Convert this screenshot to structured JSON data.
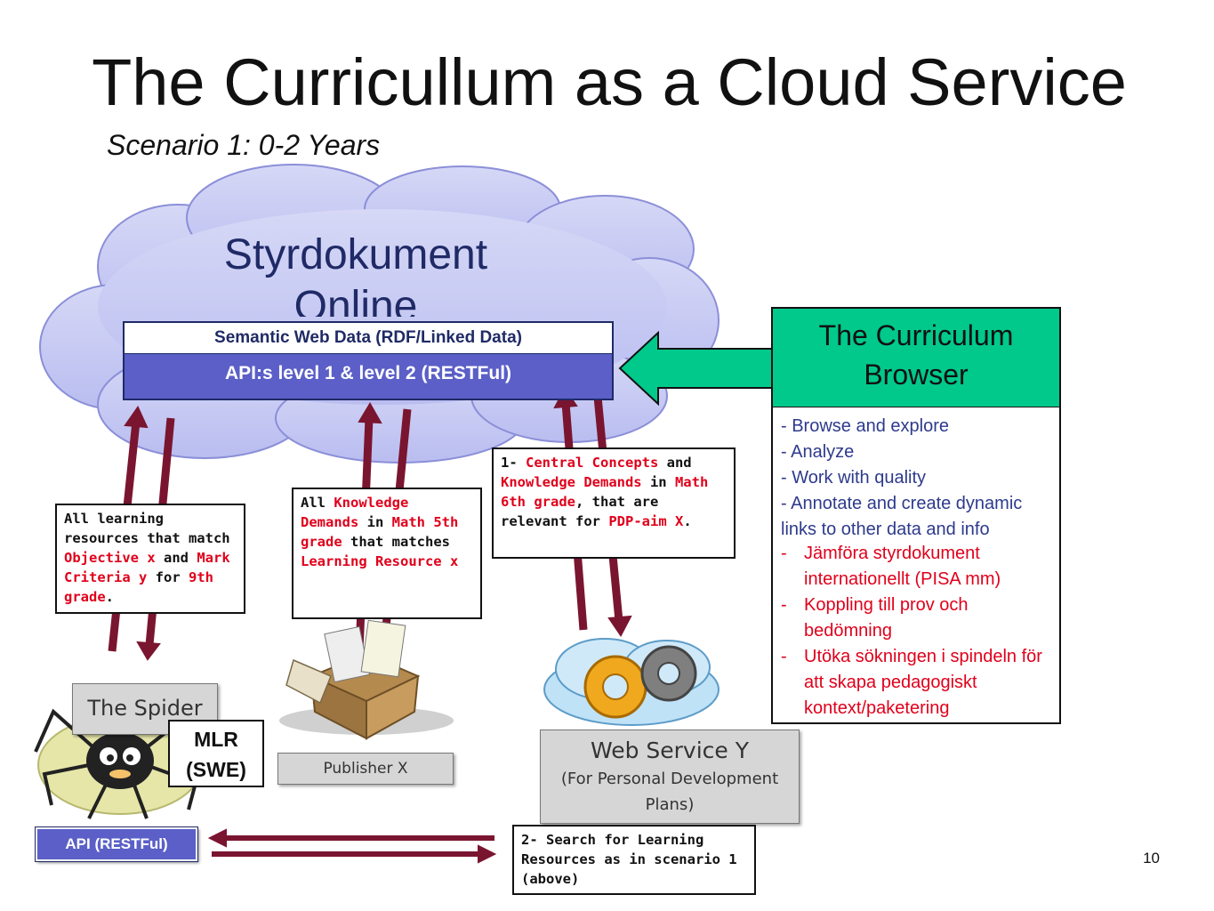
{
  "title": "The Curricullum as a Cloud Service",
  "subtitle": "Scenario 1: 0-2 Years",
  "cloud": {
    "title": "Styrdokument Online",
    "semantic_band": "Semantic Web Data (RDF/Linked Data)",
    "api_band": "API:s level 1 & level 2 (RESTFul)"
  },
  "queries": {
    "spider": [
      {
        "text": "All learning resources that match ",
        "red": false
      },
      {
        "text": "Objective x",
        "red": true
      },
      {
        "text": " and ",
        "red": false
      },
      {
        "text": "Mark Criteria y",
        "red": true
      },
      {
        "text": " for ",
        "red": false
      },
      {
        "text": "9th grade",
        "red": true
      },
      {
        "text": ".",
        "red": false
      }
    ],
    "publisher": [
      {
        "text": "All ",
        "red": false
      },
      {
        "text": "Knowledge Demands",
        "red": true
      },
      {
        "text": " in ",
        "red": false
      },
      {
        "text": "Math 5th grade",
        "red": true
      },
      {
        "text": " that matches ",
        "red": false
      },
      {
        "text": "Learning Resource x",
        "red": true
      }
    ],
    "webservice": [
      {
        "text": "1- ",
        "red": false
      },
      {
        "text": "Central Concepts",
        "red": true
      },
      {
        "text": " and ",
        "red": false
      },
      {
        "text": "Knowledge Demands",
        "red": true
      },
      {
        "text": " in ",
        "red": false
      },
      {
        "text": "Math 6th grade",
        "red": true
      },
      {
        "text": ", that are relevant for ",
        "red": false
      },
      {
        "text": "PDP-aim X",
        "red": true
      },
      {
        "text": ".",
        "red": false
      }
    ],
    "search": [
      {
        "text": "2- Search for Learning Resources as in scenario 1 (above)",
        "red": false
      }
    ]
  },
  "browser": {
    "title": "The Curriculum Browser",
    "features": [
      "- Browse and explore",
      "- Analyze",
      "- Work with quality",
      "- Annotate and create dynamic links to other data and info"
    ],
    "red_items": [
      {
        "dash": "-",
        "text": "Jämföra styrdokument internationellt (PISA mm)"
      },
      {
        "dash": "-",
        "text": "Koppling till prov och bedömning"
      },
      {
        "dash": "-",
        "text": "Utöka sökningen i spindeln för att skapa pedagogiskt kontext/paketering"
      }
    ]
  },
  "actors": {
    "spider": "The Spider",
    "mlr": "MLR (SWE)",
    "publisher": "Publisher X",
    "webservice_title": "Web Service Y",
    "webservice_sub": "(For Personal Development Plans)",
    "api": "API (RESTFul)"
  },
  "page_number": "10",
  "colors": {
    "cloud_fill": "#c9ccf2",
    "api_band": "#5b5fc7",
    "browser_green": "#00c98b",
    "arrow": "#7a1530",
    "accent_red": "#e0001b"
  }
}
